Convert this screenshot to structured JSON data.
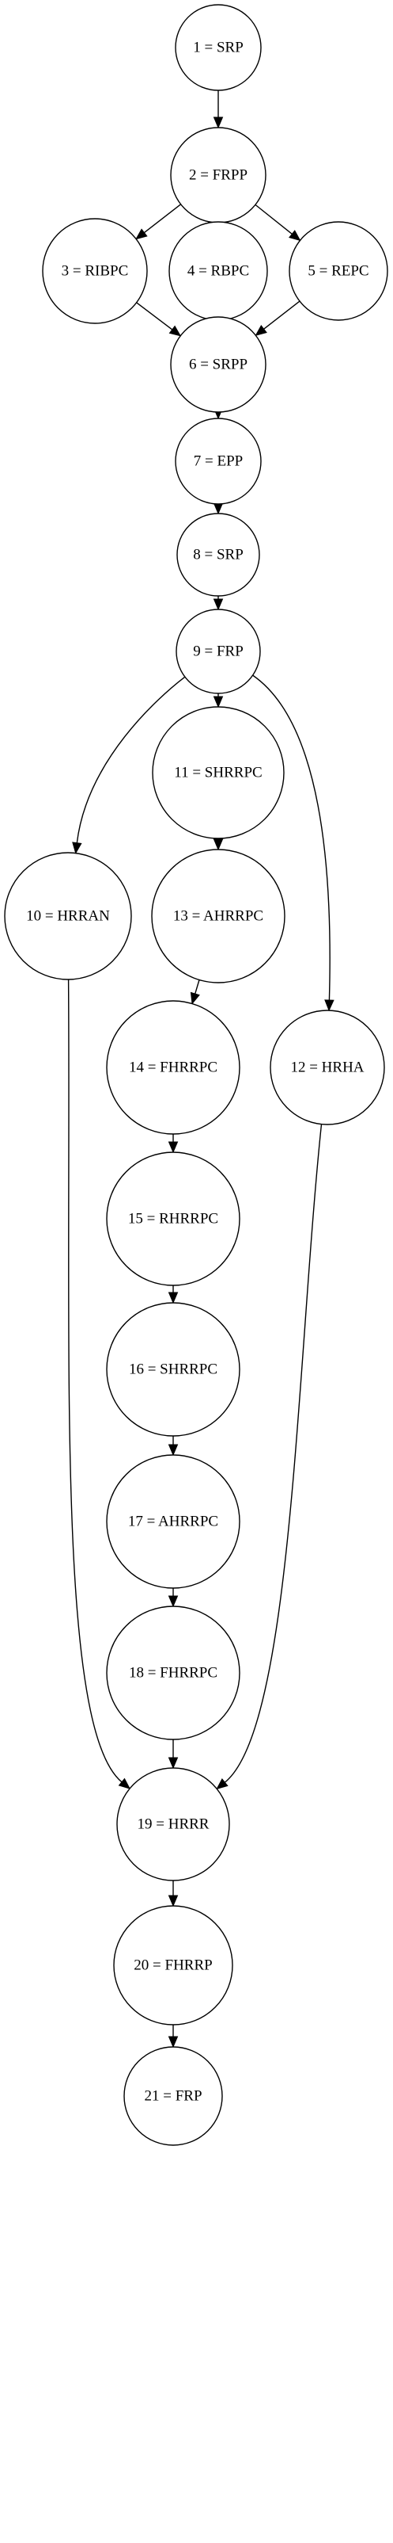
{
  "diagram": {
    "nodes": [
      {
        "id": "n1",
        "label": "1 = SRP"
      },
      {
        "id": "n2",
        "label": "2 = FRPP"
      },
      {
        "id": "n3",
        "label": "3 = RIBPC"
      },
      {
        "id": "n4",
        "label": "4 = RBPC"
      },
      {
        "id": "n5",
        "label": "5 = REPC"
      },
      {
        "id": "n6",
        "label": "6 = SRPP"
      },
      {
        "id": "n7",
        "label": "7 = EPP"
      },
      {
        "id": "n8",
        "label": "8 = SRP"
      },
      {
        "id": "n9",
        "label": "9 = FRP"
      },
      {
        "id": "n10",
        "label": "10 = HRRAN"
      },
      {
        "id": "n11",
        "label": "11 = SHRRPC"
      },
      {
        "id": "n12",
        "label": "12 = HRHA"
      },
      {
        "id": "n13",
        "label": "13 = AHRRPC"
      },
      {
        "id": "n14",
        "label": "14 = FHRRPC"
      },
      {
        "id": "n15",
        "label": "15 = RHRRPC"
      },
      {
        "id": "n16",
        "label": "16 = SHRRPC"
      },
      {
        "id": "n17",
        "label": "17 = AHRRPC"
      },
      {
        "id": "n18",
        "label": "18 = FHRRPC"
      },
      {
        "id": "n19",
        "label": "19 = HRRR"
      },
      {
        "id": "n20",
        "label": "20 = FHRRP"
      },
      {
        "id": "n21",
        "label": "21 = FRP"
      }
    ],
    "edges": [
      {
        "from": "n1",
        "to": "n2"
      },
      {
        "from": "n2",
        "to": "n3"
      },
      {
        "from": "n2",
        "to": "n4"
      },
      {
        "from": "n2",
        "to": "n5"
      },
      {
        "from": "n3",
        "to": "n6"
      },
      {
        "from": "n4",
        "to": "n6"
      },
      {
        "from": "n5",
        "to": "n6"
      },
      {
        "from": "n6",
        "to": "n7"
      },
      {
        "from": "n7",
        "to": "n8"
      },
      {
        "from": "n8",
        "to": "n9"
      },
      {
        "from": "n9",
        "to": "n10"
      },
      {
        "from": "n9",
        "to": "n11"
      },
      {
        "from": "n9",
        "to": "n12"
      },
      {
        "from": "n11",
        "to": "n13"
      },
      {
        "from": "n13",
        "to": "n14"
      },
      {
        "from": "n14",
        "to": "n15"
      },
      {
        "from": "n15",
        "to": "n16"
      },
      {
        "from": "n16",
        "to": "n17"
      },
      {
        "from": "n17",
        "to": "n18"
      },
      {
        "from": "n18",
        "to": "n19"
      },
      {
        "from": "n10",
        "to": "n19"
      },
      {
        "from": "n12",
        "to": "n19"
      },
      {
        "from": "n19",
        "to": "n20"
      },
      {
        "from": "n20",
        "to": "n21"
      }
    ]
  }
}
